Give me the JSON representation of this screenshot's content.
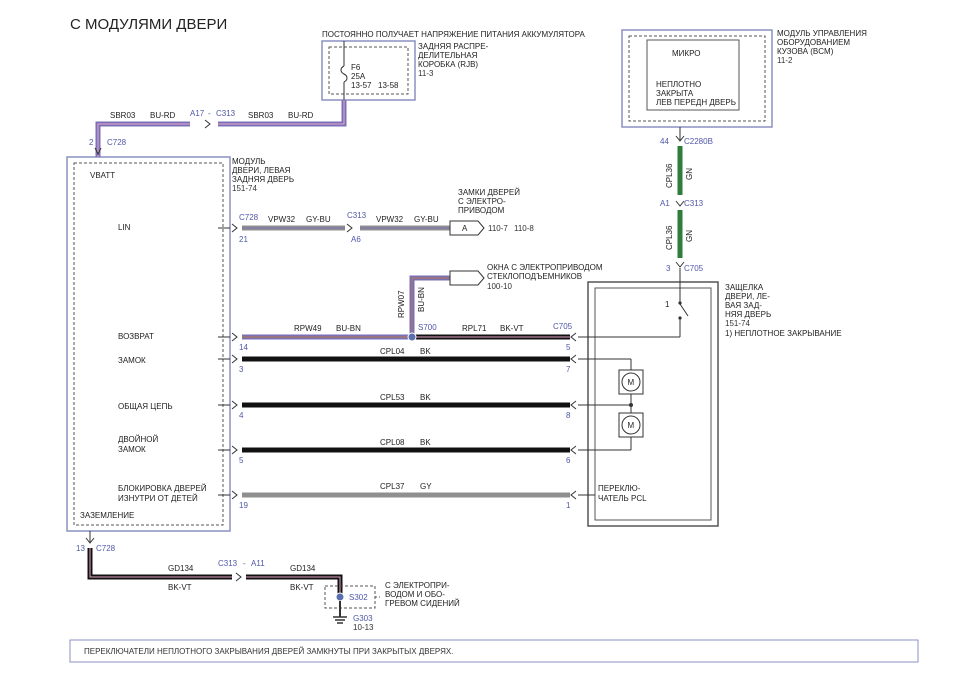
{
  "title": "С МОДУЛЯМИ ДВЕРИ",
  "colors": {
    "purple": "#7a70b8",
    "pink": "#e7a8c8",
    "black": "#111111",
    "gray": "#8f8f8f",
    "green": "#2f7d3a",
    "box_stroke": "#8a90c0",
    "dashed": "#555555"
  },
  "rjb": {
    "note": "ПОСТОЯННО ПОЛУЧАЕТ НАПРЯЖЕНИЕ ПИТАНИЯ АККУМУЛЯТОРА",
    "name_lines": [
      "ЗАДНЯЯ РАСПРЕ-",
      "ДЕЛИТЕЛЬНАЯ",
      "КОРОБКА (RJB)"
    ],
    "ref": "11-3",
    "fuse": "F6",
    "rating": "25A",
    "pin_a": "13-57",
    "pin_b": "13-58"
  },
  "bcm": {
    "name_lines": [
      "МОДУЛЬ УПРАВЛЕНИЯ",
      "ОБОРУДОВАНИЕМ",
      "КУЗОВА (BCM)"
    ],
    "ref": "11-2",
    "micro": "МИКРО",
    "inner_lines": [
      "НЕПЛОТНО",
      "ЗАКРЫТА",
      "ЛЕВ ПЕРЕДН ДВЕРЬ"
    ]
  },
  "door_module": {
    "name_lines": [
      "МОДУЛЬ",
      "ДВЕРИ, ЛЕВАЯ",
      "ЗАДНЯЯ ДВЕРЬ"
    ],
    "ref": "151-74",
    "vbatt": "VBATT",
    "lin": "LIN",
    "return": "ВОЗВРАТ",
    "lock": "ЗАМОК",
    "common": "ОБЩАЯ ЦЕПЬ",
    "double_lock": [
      "ДВОЙНОЙ",
      "ЗАМОК"
    ],
    "child_lock": [
      "БЛОКИРОВКА ДВЕРЕЙ",
      "ИЗНУТРИ ОТ ДЕТЕЙ"
    ],
    "ground": "ЗАЗЕМЛЕНИЕ"
  },
  "latch": {
    "name_lines": [
      "ЗАЩЕЛКА",
      "ДВЕРИ, ЛЕ-",
      "ВАЯ ЗАД-",
      "НЯЯ ДВЕРЬ"
    ],
    "ref": "151-74",
    "footnote": "1) НЕПЛОТНОЕ ЗАКРЫВАНИЕ",
    "switch_pin": "1",
    "pcl_lines": [
      "ПЕРЕКЛЮ-",
      "ЧАТЕЛЬ PCL"
    ],
    "motor": "M"
  },
  "door_locks": {
    "lines": [
      "ЗАМКИ ДВЕРЕЙ",
      "С ЭЛЕКТРО-",
      "ПРИВОДОМ"
    ],
    "tag": "A",
    "ref_a": "110-7",
    "ref_b": "110-8"
  },
  "windows": {
    "lines": [
      "ОКНА С ЭЛЕКТРОПРИВОДОМ",
      "СТЕКЛОПОДЪЕМНИКОВ"
    ],
    "ref": "100-10"
  },
  "seats": {
    "lines": [
      "С ЭЛЕКТРОПРИ-",
      "ВОДОМ И ОБО-",
      "ГРЕВОМ СИДЕНИЙ"
    ]
  },
  "ground": {
    "splice": "S302",
    "point": "G303",
    "ref": "10-13"
  },
  "wires": {
    "sbr03": "SBR03",
    "bu_rd": "BU-RD",
    "vpw32": "VPW32",
    "gy_bu": "GY-BU",
    "rpw07": "RPW07",
    "bu_bn": "BU-BN",
    "rpw49": "RPW49",
    "rpl71": "RPL71",
    "bk_vt": "BK-VT",
    "cpl04": "CPL04",
    "cpl53": "CPL53",
    "cpl08": "CPL08",
    "cpl37": "CPL37",
    "bk": "BK",
    "gy": "GY",
    "cpl36": "CPL36",
    "gn": "GN",
    "gd134": "GD134"
  },
  "connectors": {
    "a17": "A17",
    "dash": "-",
    "c313": "C313",
    "c728": "C728",
    "a6": "A6",
    "s700": "S700",
    "c705": "C705",
    "c2280b": "C2280B",
    "a1": "A1",
    "a11": "A11"
  },
  "pins": {
    "p2": "2",
    "p21": "21",
    "p14": "14",
    "p3": "3",
    "p4": "4",
    "p5": "5",
    "p19": "19",
    "p13": "13",
    "p44": "44",
    "p3b": "3",
    "r5": "5",
    "r7": "7",
    "r8": "8",
    "r6": "6",
    "r1": "1"
  },
  "footer_note": "ПЕРЕКЛЮЧАТЕЛИ НЕПЛОТНОГО ЗАКРЫВАНИЯ ДВЕРЕЙ ЗАМКНУТЫ ПРИ ЗАКРЫТЫХ ДВЕРЯХ."
}
